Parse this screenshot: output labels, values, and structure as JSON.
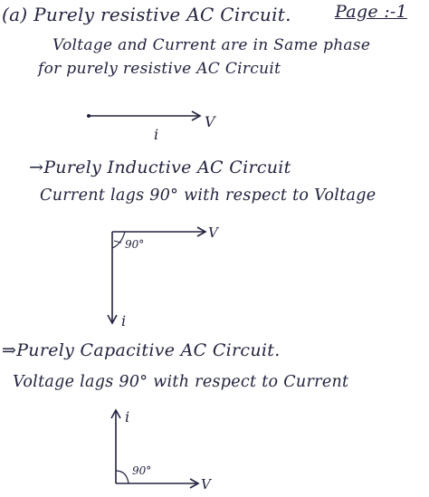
{
  "header": {
    "section_title": "(a) Purely resistive AC Circuit.",
    "page_label": "Page :-1"
  },
  "resistive": {
    "line1": "Voltage and Current are in Same phase",
    "line2": "for purely resistive AC Circuit",
    "diagram": {
      "voltage_label": "V",
      "current_label": "i"
    }
  },
  "inductive": {
    "heading": "→Purely Inductive AC Circuit",
    "description": "Current lags 90° with respect to Voltage",
    "diagram": {
      "voltage_label": "V",
      "current_label": "i",
      "angle_label": "90°"
    }
  },
  "capacitive": {
    "heading": "⇒Purely Capacitive AC Circuit.",
    "description": "Voltage lags 90° with respect to Current",
    "diagram": {
      "voltage_label": "V",
      "current_label": "i",
      "angle_label": "90°"
    }
  },
  "colors": {
    "ink": "#23233f",
    "paper": "#ffffff"
  }
}
